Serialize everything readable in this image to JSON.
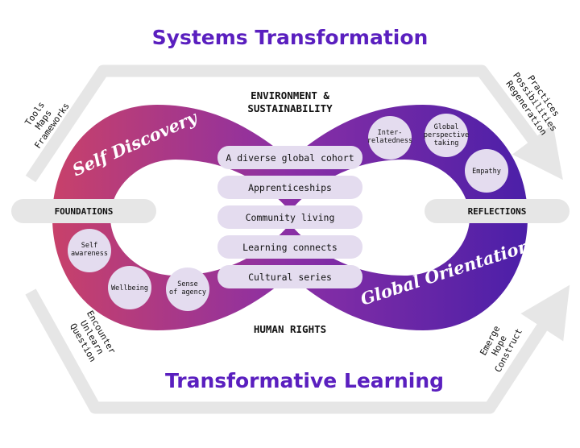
{
  "titles": {
    "top": "Systems Transformation",
    "bottom": "Transformative Learning"
  },
  "theme": {
    "title_color": "#5a1fbf",
    "gradient_left": "#c8416a",
    "gradient_right": "#4b1fa8",
    "path_color": "#e6e6e6",
    "pill_color": "#e4dcef"
  },
  "labels": {
    "environment": [
      "ENVIRONMENT &",
      "SUSTAINABILITY"
    ],
    "human_rights": "HUMAN RIGHTS",
    "foundations": "FOUNDATIONS",
    "reflections": "REFLECTIONS"
  },
  "loops": {
    "left": "Self Discovery",
    "right": "Global Orientation"
  },
  "center_items": [
    "A diverse global cohort",
    "Apprenticeships",
    "Community living",
    "Learning connects",
    "Cultural series"
  ],
  "left_circles": [
    [
      "Self",
      "awareness"
    ],
    [
      "Wellbeing"
    ],
    [
      "Sense",
      "of agency"
    ]
  ],
  "right_circles": [
    [
      "Inter-",
      "relatedness"
    ],
    [
      "Global",
      "perspective",
      "taking"
    ],
    [
      "Empathy"
    ]
  ],
  "side_words": {
    "top_left": [
      "Tools",
      "Maps",
      "Frameworks"
    ],
    "top_right": [
      "Practices",
      "Possibilities",
      "Regeneration"
    ],
    "bottom_left": [
      "Encounter",
      "Unlearn",
      "Question"
    ],
    "bottom_right": [
      "Emerge",
      "Hope",
      "Construct"
    ]
  }
}
